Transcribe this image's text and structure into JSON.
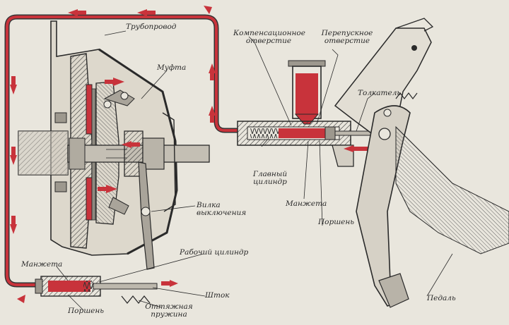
{
  "labels": {
    "pipeline": "Трубопровод",
    "coupling": "Муфта",
    "compensation_hole": [
      "Компенсационное",
      "отверстие"
    ],
    "bypass_hole": [
      "Перепускное",
      "отверстие"
    ],
    "pusher": "Толкатель",
    "master_cylinder": [
      "Главный",
      "цилиндр"
    ],
    "cuff_master": "Манжета",
    "piston_master": "Поршень",
    "release_fork": [
      "Вилка",
      "выключения"
    ],
    "slave_cylinder": "Рабочий цилиндр",
    "cuff_slave": "Манжета",
    "rod": "Шток",
    "piston_slave": "Поршень",
    "return_spring": [
      "Оттяжная",
      "пружина"
    ],
    "pedal": "Педаль"
  },
  "colors": {
    "fluid": "#c8333b",
    "ink": "#2a2a2a",
    "metal": "#bdb8ad",
    "paper": "#e9e6dd"
  }
}
